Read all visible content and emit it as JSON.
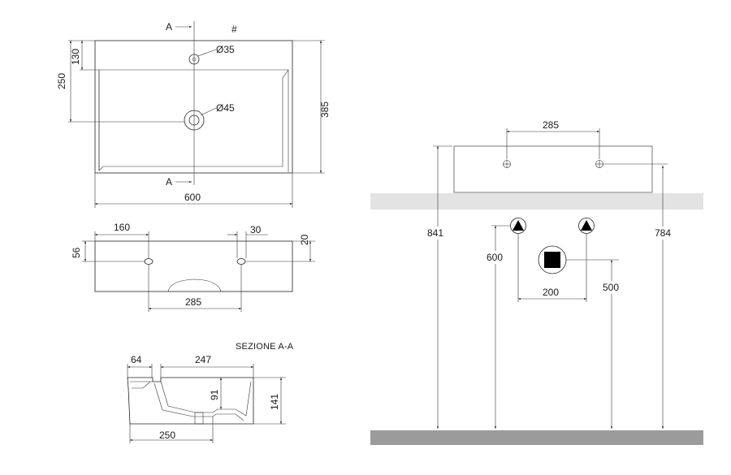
{
  "plan_view": {
    "section_marker_top": "A",
    "section_marker_bottom": "A",
    "hash_mark": "#",
    "tap_hole": "Ø35",
    "drain_hole": "Ø45",
    "dim_width": "600",
    "dim_depth": "385",
    "dim_250": "250",
    "dim_130": "130"
  },
  "front_view": {
    "dim_160": "160",
    "dim_30": "30",
    "dim_20": "20",
    "dim_56": "56",
    "dim_285": "285"
  },
  "section_view": {
    "title": "SEZIONE A-A",
    "dim_64": "64",
    "dim_247": "247",
    "dim_91": "91",
    "dim_141": "141",
    "dim_250": "250"
  },
  "installation_view": {
    "dim_285": "285",
    "dim_841": "841",
    "dim_784": "784",
    "dim_600": "600",
    "dim_200": "200",
    "dim_500": "500"
  },
  "colors": {
    "line": "#222222",
    "counter_band": "#e3e3e3",
    "floor": "#9b9b9b"
  }
}
